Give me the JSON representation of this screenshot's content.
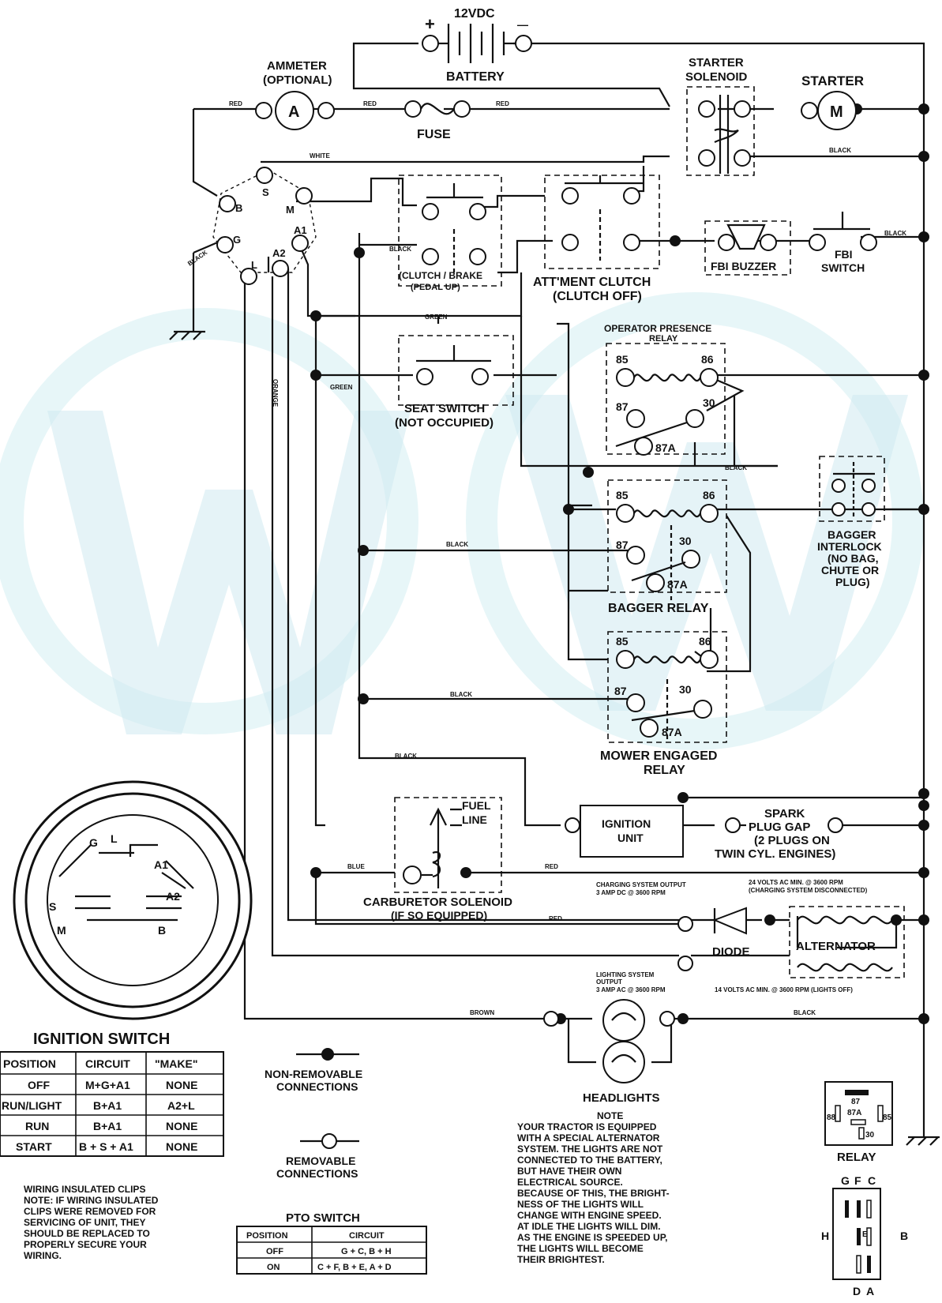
{
  "battery": {
    "voltage": "12VDC",
    "label": "BATTERY",
    "plus": "+",
    "minus": "—"
  },
  "ammeter": {
    "label1": "AMMETER",
    "label2": "(OPTIONAL)",
    "symbol": "A"
  },
  "fuse": {
    "label": "FUSE"
  },
  "starter_solenoid": {
    "label1": "STARTER",
    "label2": "SOLENOID"
  },
  "starter": {
    "label": "STARTER",
    "symbol": "M"
  },
  "wires": {
    "red": "RED",
    "white": "WHITE",
    "black": "BLACK",
    "green": "GREEN",
    "orange": "ORANGE",
    "blue": "BLUE",
    "brown": "BROWN"
  },
  "ignition_terminals": {
    "b": "B",
    "s": "S",
    "m": "M",
    "g": "G",
    "a1": "A1",
    "a2": "A2",
    "l": "L"
  },
  "clutch_brake": {
    "label1": "(CLUTCH / BRAKE",
    "label2": "(PEDAL UP)"
  },
  "attachment_clutch": {
    "label1": "ATT'MENT CLUTCH",
    "label2": "(CLUTCH OFF)"
  },
  "fbi_buzzer": {
    "label": "FBI BUZZER"
  },
  "fbi_switch": {
    "label1": "FBI",
    "label2": "SWITCH"
  },
  "seat_switch": {
    "label1": "SEAT SWITCH",
    "label2": "(NOT OCCUPIED)"
  },
  "operator_relay": {
    "label1": "OPERATOR PRESENCE",
    "label2": "RELAY",
    "t85": "85",
    "t86": "86",
    "t87": "87",
    "t30": "30",
    "t87a": "87A"
  },
  "bagger_relay": {
    "label": "BAGGER RELAY",
    "t85": "85",
    "t86": "86",
    "t87": "87",
    "t30": "30",
    "t87a": "87A"
  },
  "bagger_interlock": {
    "l1": "BAGGER",
    "l2": "INTERLOCK",
    "l3": "(NO BAG,",
    "l4": "CHUTE OR",
    "l5": "PLUG)"
  },
  "mower_relay": {
    "label1": "MOWER ENGAGED",
    "label2": "RELAY",
    "t85": "85",
    "t86": "86",
    "t87": "87",
    "t30": "30",
    "t87a": "87A"
  },
  "fuel_line": {
    "l1": "FUEL",
    "l2": "LINE"
  },
  "ignition_unit": {
    "l1": "IGNITION",
    "l2": "UNIT"
  },
  "spark_plug": {
    "l1": "SPARK",
    "l2": "PLUG GAP",
    "l3": "(2 PLUGS ON",
    "l4": "TWIN CYL. ENGINES)"
  },
  "carb_solenoid": {
    "l1": "CARBURETOR SOLENOID",
    "l2": "(IF SO EQUIPPED)"
  },
  "charging": {
    "out1": "CHARGING SYSTEM OUTPUT",
    "out2": "3 AMP DC @ 3600 RPM",
    "ac1": "24 VOLTS AC MIN. @ 3600 RPM",
    "ac2": "(CHARGING SYSTEM DISCONNECTED)"
  },
  "diode": {
    "label": "DIODE"
  },
  "alternator": {
    "label": "ALTERNATOR"
  },
  "lighting": {
    "l1": "LIGHTING SYSTEM",
    "l2": "OUTPUT",
    "l3": "3 AMP AC @ 3600 RPM",
    "ac": "14 VOLTS AC MIN. @ 3600 RPM (LIGHTS OFF)"
  },
  "headlights": {
    "label": "HEADLIGHTS"
  },
  "ignition_switch": {
    "title": "IGNITION SWITCH",
    "face": {
      "g": "G",
      "l": "L",
      "a1": "A1",
      "a2": "A2",
      "s": "S",
      "m": "M",
      "b": "B"
    },
    "headers": [
      "POSITION",
      "CIRCUIT",
      "\"MAKE\""
    ],
    "rows": [
      [
        "OFF",
        "M+G+A1",
        "NONE"
      ],
      [
        "RUN/LIGHT",
        "B+A1",
        "A2+L"
      ],
      [
        "RUN",
        "B+A1",
        "NONE"
      ],
      [
        "START",
        "B + S + A1",
        "NONE"
      ]
    ]
  },
  "legend": {
    "nonremovable1": "NON-REMOVABLE",
    "nonremovable2": "CONNECTIONS",
    "removable1": "REMOVABLE",
    "removable2": "CONNECTIONS"
  },
  "wiring_note": {
    "l1": "WIRING INSULATED CLIPS",
    "l2": "NOTE: IF WIRING INSULATED",
    "l3": "CLIPS WERE REMOVED FOR",
    "l4": "SERVICING OF UNIT, THEY",
    "l5": "SHOULD BE REPLACED TO",
    "l6": "PROPERLY SECURE YOUR",
    "l7": "WIRING."
  },
  "pto_switch": {
    "title": "PTO SWITCH",
    "headers": [
      "POSITION",
      "CIRCUIT"
    ],
    "rows": [
      [
        "OFF",
        "G + C, B + H"
      ],
      [
        "ON",
        "C + F, B + E, A + D"
      ]
    ]
  },
  "lights_note": {
    "title": "NOTE",
    "lines": [
      "YOUR TRACTOR IS EQUIPPED",
      "WITH A SPECIAL ALTERNATOR",
      "SYSTEM. THE LIGHTS ARE NOT",
      "CONNECTED TO THE BATTERY,",
      "BUT HAVE THEIR OWN",
      "ELECTRICAL SOURCE.",
      "BECAUSE OF THIS, THE BRIGHT-",
      "NESS OF THE LIGHTS WILL",
      "CHANGE WITH ENGINE SPEED.",
      "AT IDLE THE LIGHTS WILL DIM.",
      "AS THE ENGINE IS SPEEDED UP,",
      "THE LIGHTS WILL BECOME",
      "THEIR BRIGHTEST."
    ]
  },
  "relay_pinout": {
    "label": "RELAY",
    "p87": "87",
    "p87a": "87A",
    "p88": "88",
    "p85": "85",
    "p30": "30"
  },
  "pto_pinout": {
    "g": "G",
    "f": "F",
    "c": "C",
    "h": "H",
    "e": "E",
    "b": "B",
    "d": "D",
    "a": "A"
  }
}
